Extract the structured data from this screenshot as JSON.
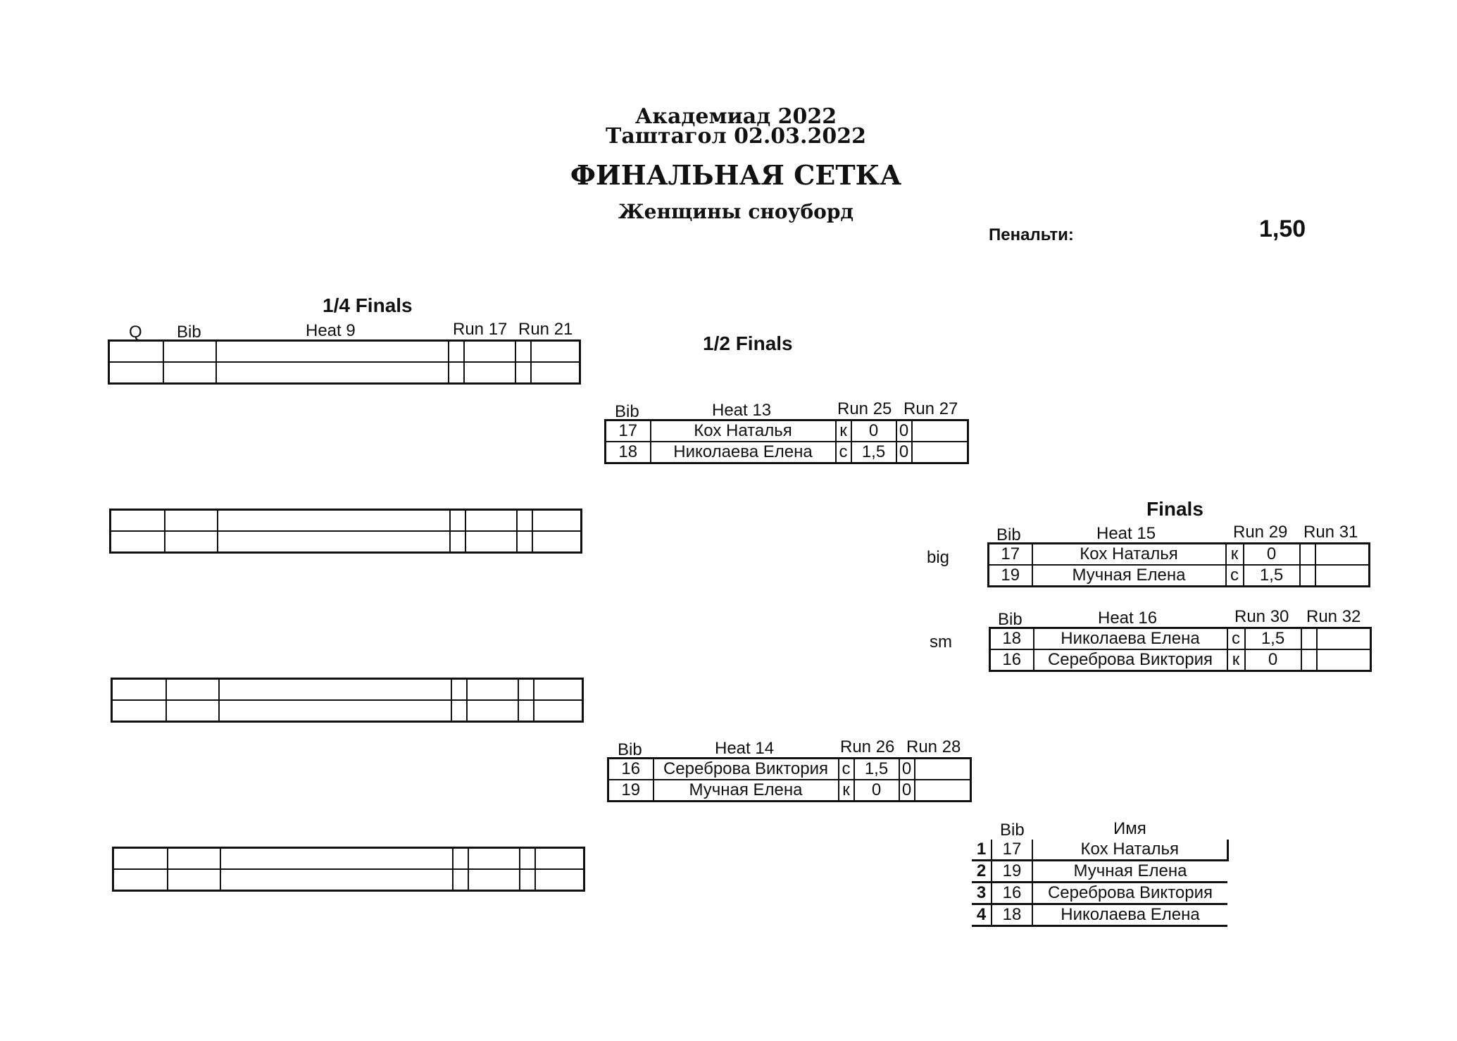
{
  "header": {
    "event": "Академиад 2022",
    "place_date": "Таштагол  02.03.2022",
    "title": "ФИНАЛЬНАЯ СЕТКА",
    "category": "Женщины сноуборд",
    "penalty_label": "Пенальти:",
    "penalty_value": "1,50"
  },
  "quarter": {
    "title": "1/4 Finals",
    "col_q": "Q",
    "col_bib": "Bib",
    "col_heat": "Heat 9",
    "col_run_a": "Run 17",
    "col_run_b": "Run 21"
  },
  "semi": {
    "title": "1/2 Finals",
    "heat13": {
      "col_bib": "Bib",
      "col_heat": "Heat 13",
      "col_run_a": "Run 25",
      "col_run_b": "Run 27",
      "rows": [
        {
          "bib": "17",
          "name": "Кох Наталья",
          "course": "к",
          "time": "0",
          "pen": "0",
          "r2": ""
        },
        {
          "bib": "18",
          "name": "Николаева Елена",
          "course": "с",
          "time": "1,5",
          "pen": "0",
          "r2": ""
        }
      ]
    },
    "heat14": {
      "col_bib": "Bib",
      "col_heat": "Heat 14",
      "col_run_a": "Run 26",
      "col_run_b": "Run 28",
      "rows": [
        {
          "bib": "16",
          "name": "Сереброва Виктория",
          "course": "с",
          "time": "1,5",
          "pen": "0",
          "r2": ""
        },
        {
          "bib": "19",
          "name": "Мучная Елена",
          "course": "к",
          "time": "0",
          "pen": "0",
          "r2": ""
        }
      ]
    }
  },
  "finals": {
    "title": "Finals",
    "big_label": "big",
    "small_label": "sm",
    "heat15": {
      "col_bib": "Bib",
      "col_heat": "Heat 15",
      "col_run_a": "Run 29",
      "col_run_b": "Run 31",
      "rows": [
        {
          "bib": "17",
          "name": "Кох Наталья",
          "course": "к",
          "time": "0",
          "pen": "",
          "r2": ""
        },
        {
          "bib": "19",
          "name": "Мучная Елена",
          "course": "с",
          "time": "1,5",
          "pen": "",
          "r2": ""
        }
      ]
    },
    "heat16": {
      "col_bib": "Bib",
      "col_heat": "Heat 16",
      "col_run_a": "Run 30",
      "col_run_b": "Run 32",
      "rows": [
        {
          "bib": "18",
          "name": "Николаева Елена",
          "course": "с",
          "time": "1,5",
          "pen": "",
          "r2": ""
        },
        {
          "bib": "16",
          "name": "Сереброва Виктория",
          "course": "к",
          "time": "0",
          "pen": "",
          "r2": ""
        }
      ]
    }
  },
  "results": {
    "col_bib": "Bib",
    "col_name": "Имя",
    "rows": [
      {
        "place": "1",
        "bib": "17",
        "name": "Кох Наталья"
      },
      {
        "place": "2",
        "bib": "19",
        "name": "Мучная Елена"
      },
      {
        "place": "3",
        "bib": "16",
        "name": "Сереброва Виктория"
      },
      {
        "place": "4",
        "bib": "18",
        "name": "Николаева Елена"
      }
    ]
  }
}
